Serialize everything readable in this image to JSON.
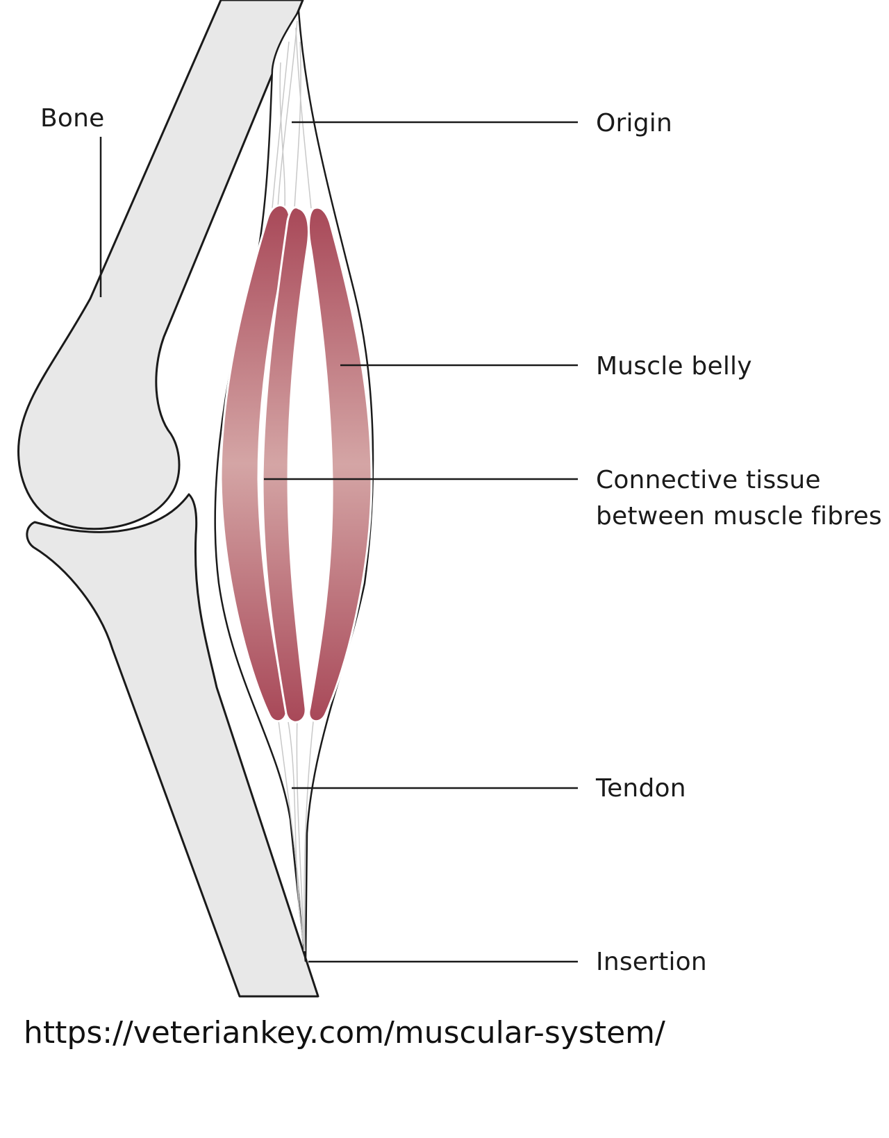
{
  "diagram": {
    "labels": {
      "bone": "Bone",
      "origin": "Origin",
      "muscle_belly": "Muscle belly",
      "connective_tissue_line1": "Connective tissue",
      "connective_tissue_line2": "between muscle fibres",
      "tendon": "Tendon",
      "insertion": "Insertion"
    },
    "colors": {
      "bone_fill": "#e8e8e8",
      "outline": "#1a1a1a",
      "muscle_dark": "#a84858",
      "muscle_light": "#d4a5a5",
      "tendon_fibre": "#c8c8c8"
    }
  },
  "source": {
    "url": "https://veteriankey.com/muscular-system/"
  }
}
